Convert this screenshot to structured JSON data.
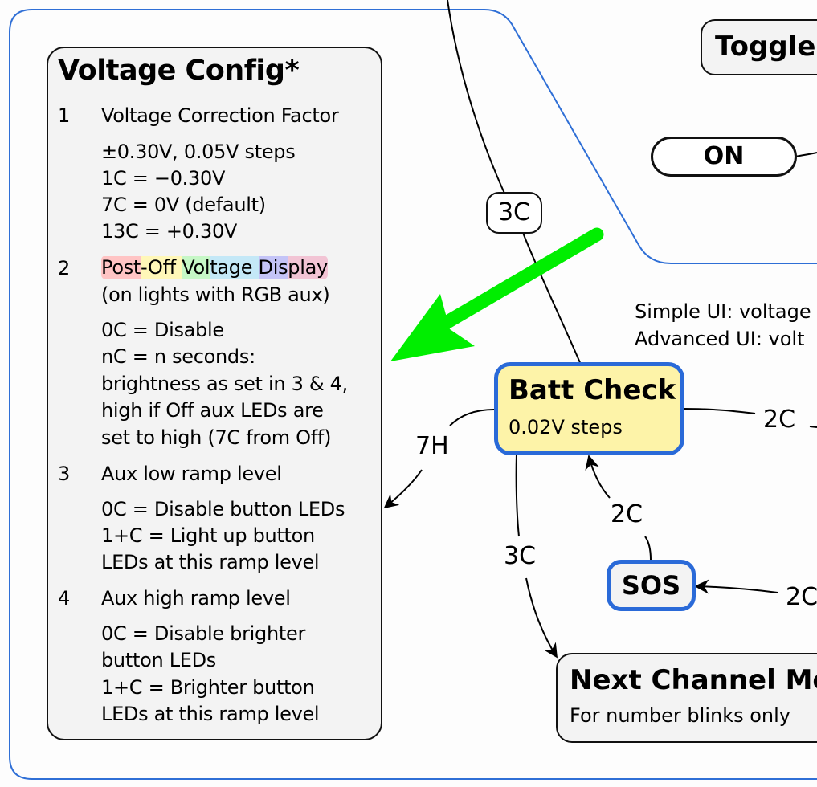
{
  "voltage_config": {
    "title": "Voltage Config*",
    "items": [
      {
        "number": "1",
        "label": "Voltage Correction Factor",
        "details": [
          "±0.30V, 0.05V steps",
          "1C = −0.30V",
          "7C = 0V (default)",
          "13C = +0.30V"
        ]
      },
      {
        "number": "2",
        "label_segments": [
          {
            "text": "Post",
            "color": "#ffc4c4"
          },
          {
            "text": "-Off ",
            "color": "#fff7b8"
          },
          {
            "text": "Vol",
            "color": "#c6f7c6"
          },
          {
            "text": "tage ",
            "color": "#c4e8f7"
          },
          {
            "text": "Dis",
            "color": "#c4c4f7"
          },
          {
            "text": "play",
            "color": "#f2c4d4"
          }
        ],
        "sublabel": "(on lights with RGB aux)",
        "details": [
          "0C = Disable",
          "nC = n seconds:",
          "brightness as set in 3 & 4,",
          "high if Off aux LEDs are",
          "set to high (7C from Off)"
        ]
      },
      {
        "number": "3",
        "label": "Aux low ramp level",
        "details": [
          "0C = Disable button LEDs",
          "1+C = Light up button",
          "LEDs at this ramp level"
        ]
      },
      {
        "number": "4",
        "label": "Aux high ramp level",
        "details": [
          "0C = Disable brighter",
          "button LEDs",
          "1+C = Brighter button",
          "LEDs at this ramp level"
        ]
      }
    ]
  },
  "nodes": {
    "toggle": {
      "title": "Toggle"
    },
    "on": {
      "title": "ON"
    },
    "batt_check": {
      "title": "Batt Check",
      "subtitle": "0.02V steps"
    },
    "sos": {
      "title": "SOS"
    },
    "next_channel": {
      "title": "Next Channel Mo",
      "subtitle": "For number blinks only"
    }
  },
  "edges": {
    "to_batt_check": "3C",
    "batt_to_config": "7H",
    "batt_to_right": "2C",
    "sos_to_batt": "2C",
    "batt_to_next_channel": "3C",
    "right_to_sos": "2C"
  },
  "annotation": {
    "line1": "Simple UI: voltage",
    "line2": "Advanced UI: volt"
  },
  "colors": {
    "highlight_green": "#00ee00",
    "group_border_blue": "#2f6fd6",
    "node_blue": "#2a6ad8",
    "batt_fill": "#fdf3a8",
    "panel_fill": "#f3f3f3"
  }
}
